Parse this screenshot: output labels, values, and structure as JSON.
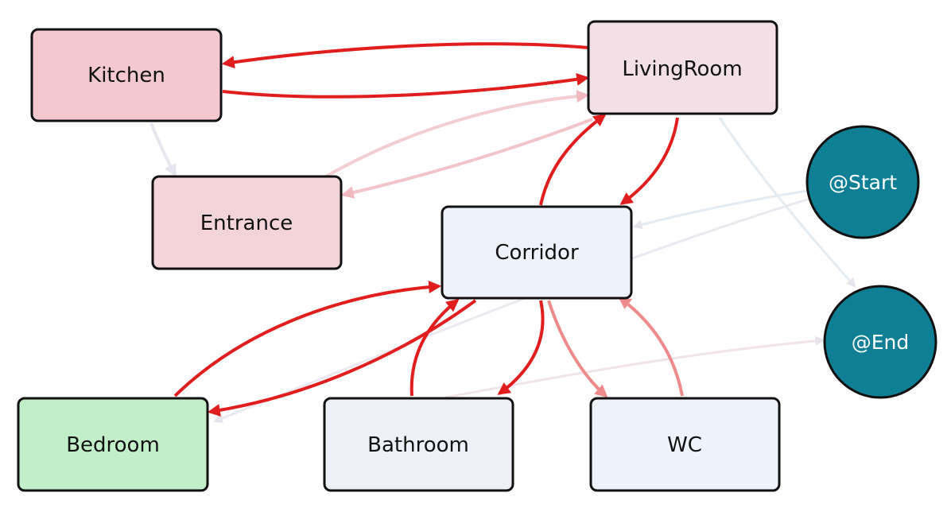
{
  "nodes": [
    {
      "id": "kitchen",
      "label": "Kitchen",
      "fill": "#f3c9cf"
    },
    {
      "id": "living",
      "label": "LivingRoom",
      "fill": "#f3e0e6"
    },
    {
      "id": "entrance",
      "label": "Entrance",
      "fill": "#f3d4d8"
    },
    {
      "id": "corridor",
      "label": "Corridor",
      "fill": "#eef3fb"
    },
    {
      "id": "start",
      "label": "@Start",
      "fill": "#0f7f95"
    },
    {
      "id": "end",
      "label": "@End",
      "fill": "#0f7f95"
    },
    {
      "id": "bedroom",
      "label": "Bedroom",
      "fill": "#c3efc8"
    },
    {
      "id": "bathroom",
      "label": "Bathroom",
      "fill": "#eef0f8"
    },
    {
      "id": "wc",
      "label": "WC",
      "fill": "#eef3fb"
    }
  ],
  "edges": [
    {
      "from": "living",
      "to": "kitchen",
      "color": "#e01e1e",
      "strength": 1.0
    },
    {
      "from": "kitchen",
      "to": "living",
      "color": "#e01e1e",
      "strength": 1.0
    },
    {
      "from": "kitchen",
      "to": "entrance",
      "color": "#e8e8f0",
      "strength": 0.5
    },
    {
      "from": "entrance",
      "to": "living",
      "color": "#f4c8ce",
      "strength": 0.5
    },
    {
      "from": "living",
      "to": "entrance",
      "color": "#f2b8c0",
      "strength": 0.5
    },
    {
      "from": "corridor",
      "to": "living",
      "color": "#e01e1e",
      "strength": 1.0
    },
    {
      "from": "living",
      "to": "corridor",
      "color": "#e01e1e",
      "strength": 1.0
    },
    {
      "from": "living",
      "to": "end",
      "color": "#e3ebf3",
      "strength": 0.4
    },
    {
      "from": "start",
      "to": "corridor",
      "color": "#e3ebf3",
      "strength": 0.4
    },
    {
      "from": "start",
      "to": "bedroom",
      "color": "#ece8f0",
      "strength": 0.4
    },
    {
      "from": "bathroom",
      "to": "end",
      "color": "#f1e3e8",
      "strength": 0.4
    },
    {
      "from": "bedroom",
      "to": "corridor",
      "color": "#e01e1e",
      "strength": 1.0
    },
    {
      "from": "corridor",
      "to": "bedroom",
      "color": "#e01e1e",
      "strength": 1.0
    },
    {
      "from": "bathroom",
      "to": "corridor",
      "color": "#e01e1e",
      "strength": 1.0
    },
    {
      "from": "corridor",
      "to": "bathroom",
      "color": "#e01e1e",
      "strength": 1.0
    },
    {
      "from": "corridor",
      "to": "wc",
      "color": "#ee8a8a",
      "strength": 0.8
    },
    {
      "from": "wc",
      "to": "corridor",
      "color": "#ee8a8a",
      "strength": 0.8
    }
  ]
}
